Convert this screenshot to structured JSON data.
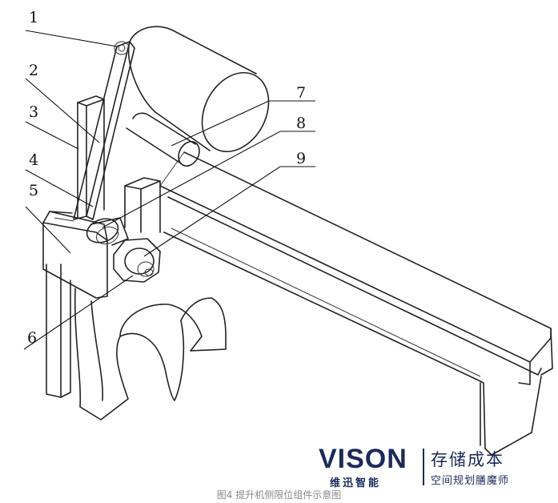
{
  "labels": [
    "1",
    "2",
    "3",
    "4",
    "5",
    "6",
    "7",
    "8",
    "9"
  ],
  "brand": {
    "logo": "VISON",
    "logo_sub": "维迅智能",
    "slogan": "存储成本",
    "tagline": "空间规划膳魔师",
    "color": "#1b2a5a"
  },
  "caption": "图4 提升机侧限位组件示意图"
}
